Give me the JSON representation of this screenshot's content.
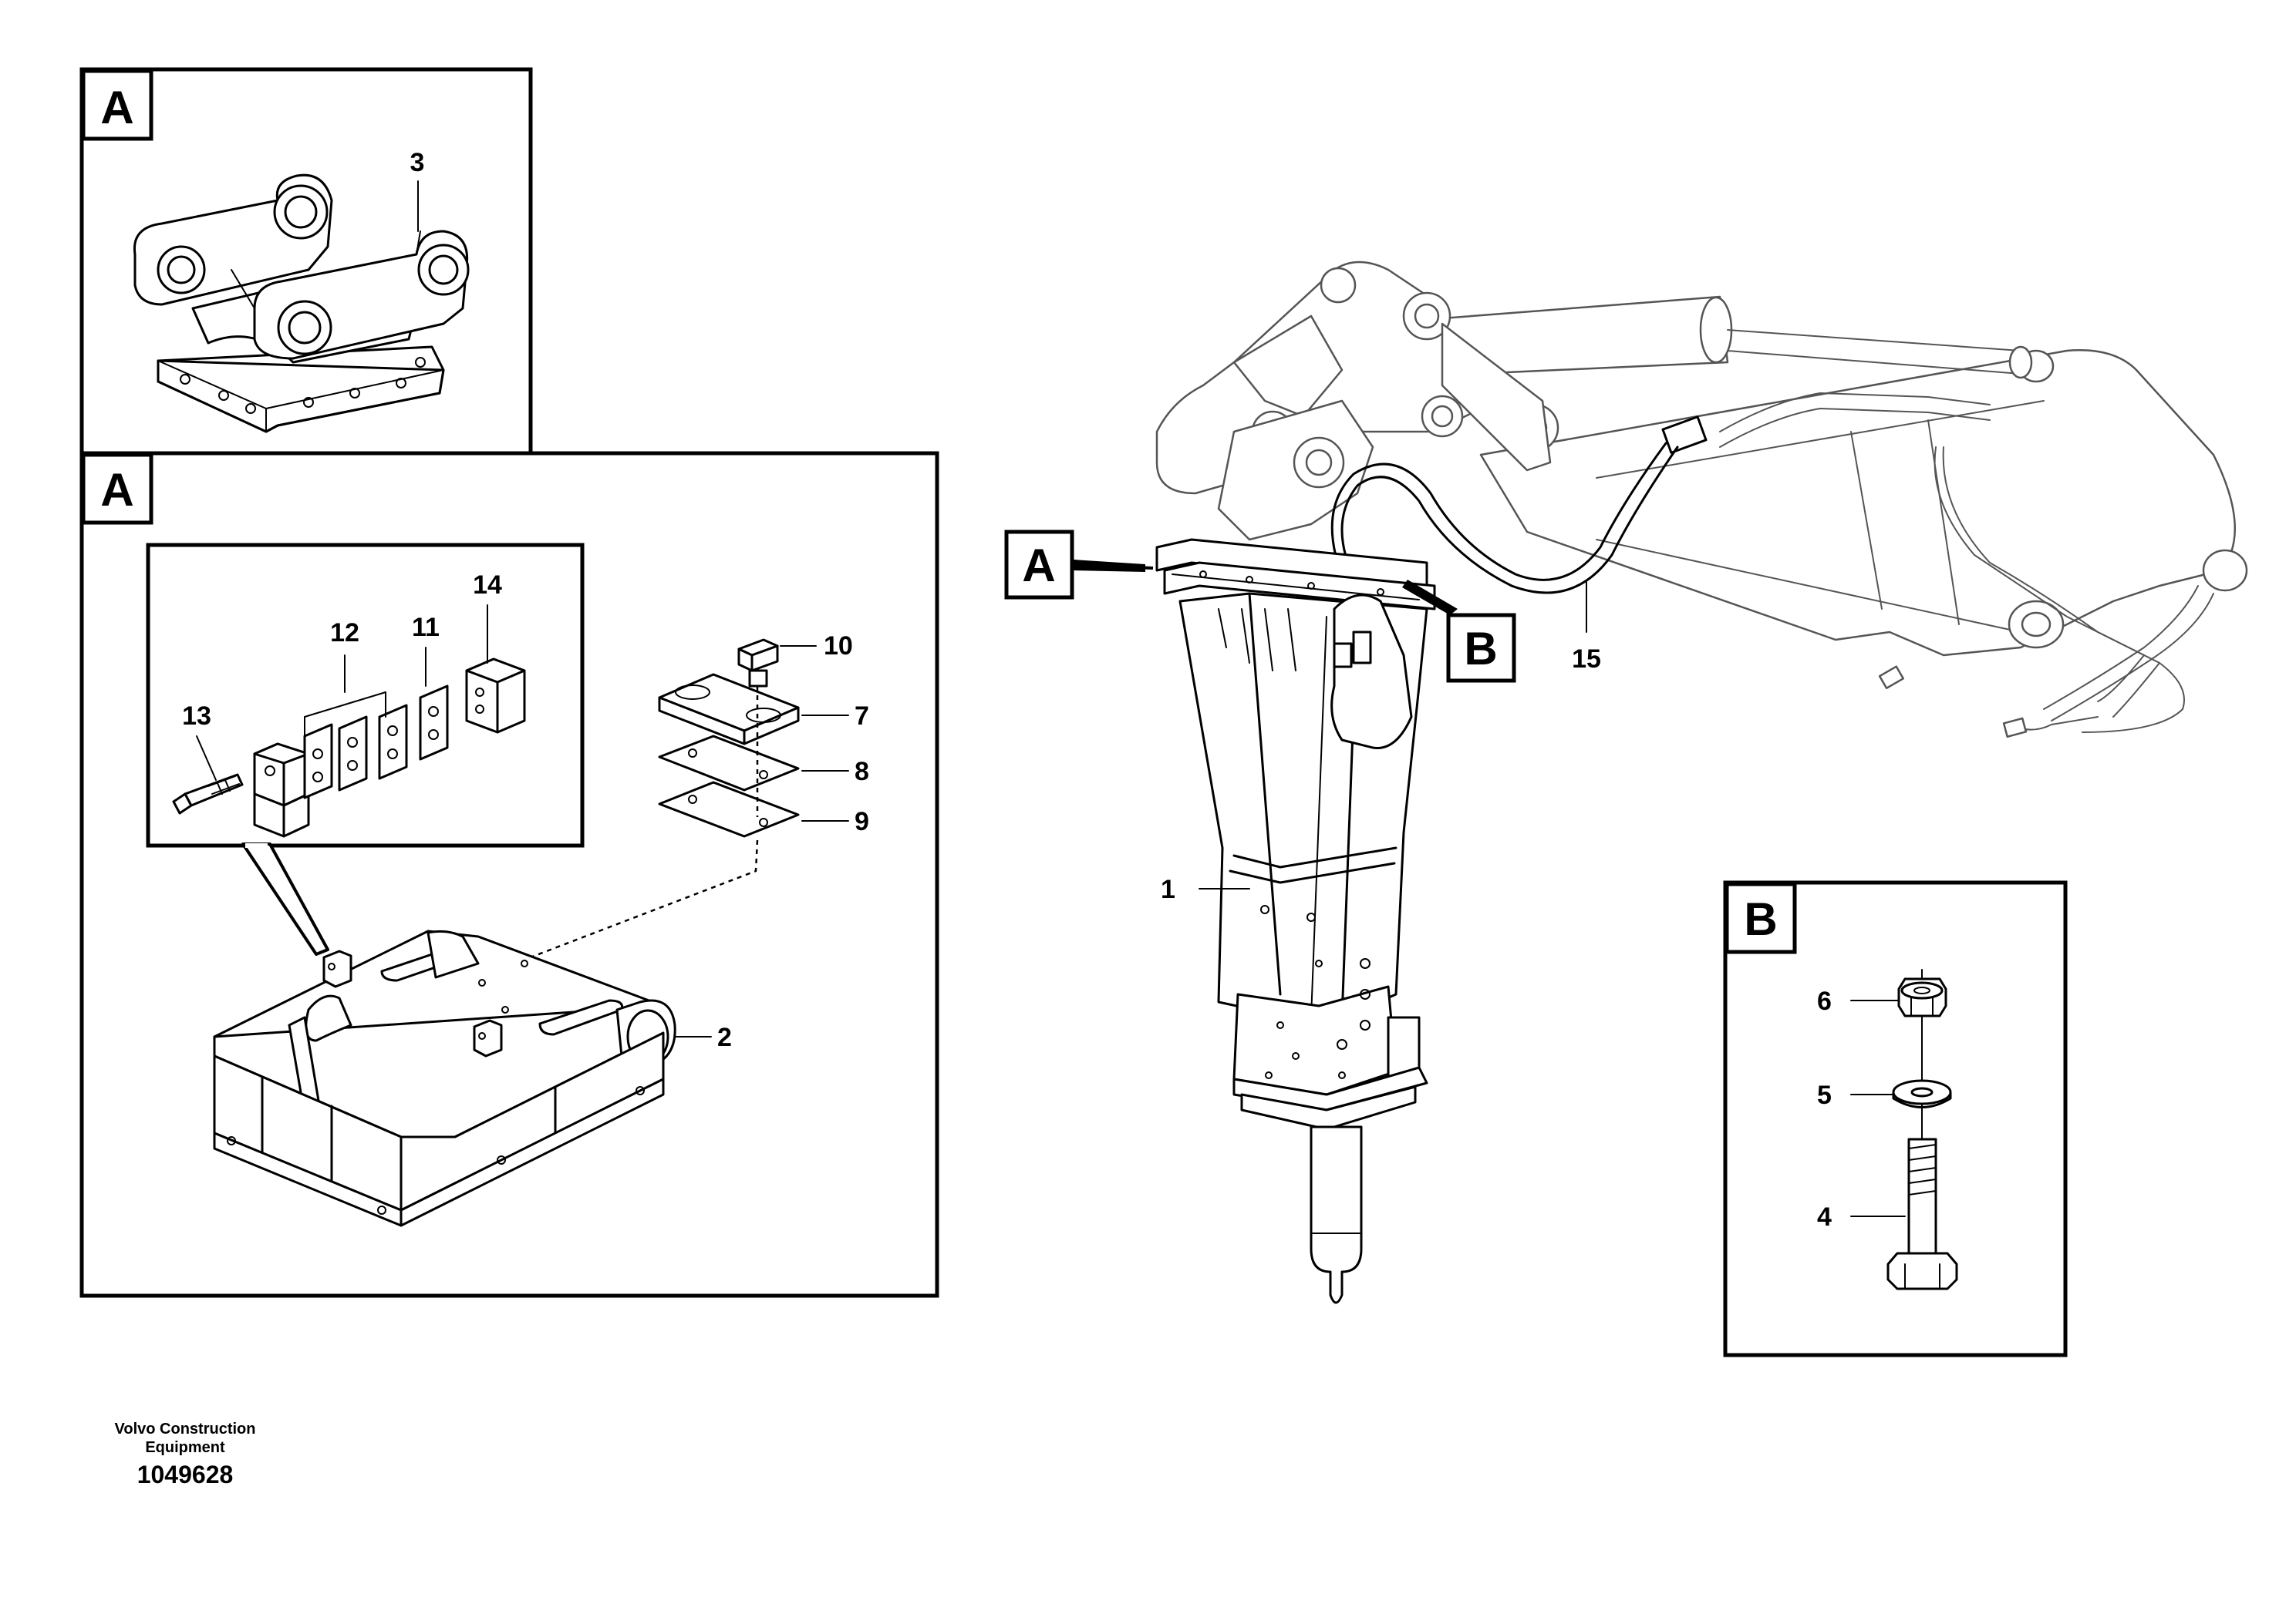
{
  "boxes": {
    "detail_a_top": "A",
    "detail_a_main": "A",
    "detail_b": "B",
    "marker_a": "A",
    "marker_b": "B"
  },
  "callouts": {
    "c1": "1",
    "c2": "2",
    "c3": "3",
    "c4": "4",
    "c5": "5",
    "c6": "6",
    "c7": "7",
    "c8": "8",
    "c9": "9",
    "c10": "10",
    "c11": "11",
    "c12": "12",
    "c13": "13",
    "c14": "14",
    "c15": "15"
  },
  "footer": {
    "company_line1": "Volvo Construction",
    "company_line2": "Equipment",
    "drawing_number": "1049628"
  }
}
